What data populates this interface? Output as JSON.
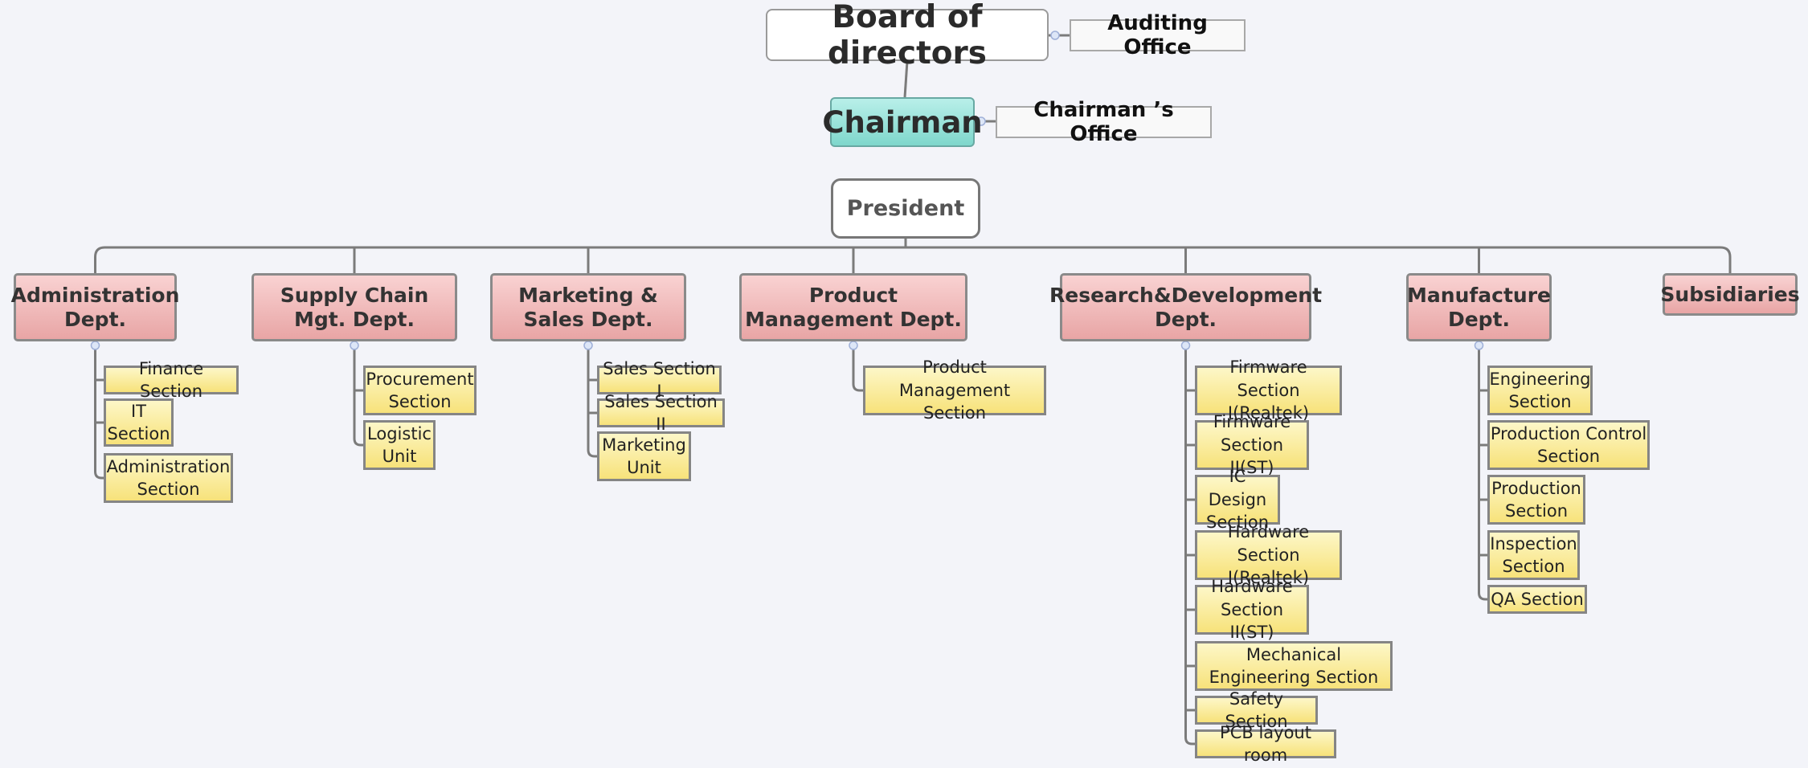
{
  "board": "Board of directors",
  "auditing": "Auditing Office",
  "chairman": "Chairman",
  "chairman_office": "Chairman  ’s Office",
  "president": "President",
  "departments": [
    {
      "label": "Administration Dept.",
      "sections": [
        "Finance Section",
        "IT Section",
        "Administration Section"
      ]
    },
    {
      "label": "Supply  Chain Mgt. Dept.",
      "sections": [
        "Procurement Section",
        "Logistic Unit"
      ]
    },
    {
      "label": "Marketing & Sales Dept.",
      "sections": [
        "Sales Section I",
        "Sales Section II",
        "Marketing Unit"
      ]
    },
    {
      "label": "Product Management Dept.",
      "sections": [
        "Product Management Section"
      ]
    },
    {
      "label": "Research&Development Dept.",
      "sections": [
        "Firmware Section I(Realtek)",
        "Firmware Section II(ST)",
        "IC Design Section",
        "Hardware Section I(Realtek)",
        "Hardware Section II(ST)",
        "Mechanical Engineering Section",
        "Safety Section",
        "PCB layout room"
      ]
    },
    {
      "label": "Manufacture Dept.",
      "sections": [
        "Engineering Section",
        "Production Control Section",
        "Production Section",
        "Inspection Section",
        "QA Section"
      ]
    },
    {
      "label": "Subsidiaries",
      "sections": []
    }
  ],
  "colors": {
    "dept": "#e8a5a5",
    "section": "#f7e27a",
    "chairman": "#7fd7cc"
  }
}
